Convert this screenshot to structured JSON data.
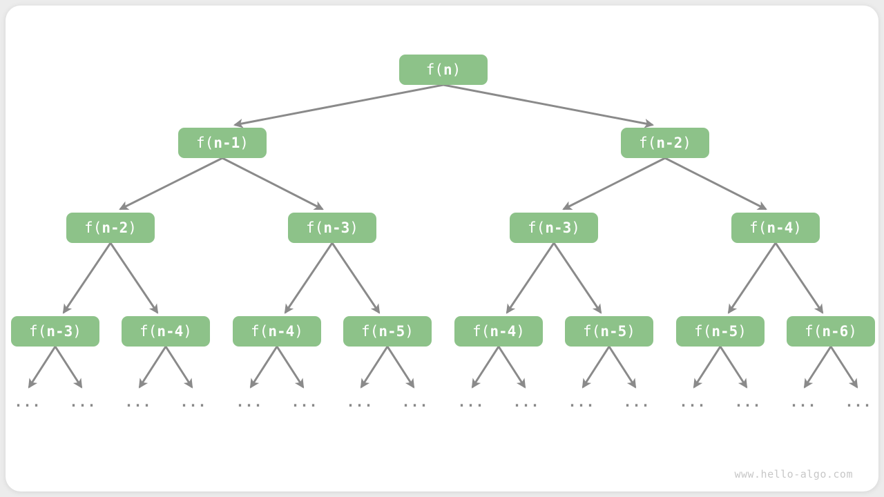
{
  "colors": {
    "node": "#8dc289",
    "node_text": "#ffffff",
    "arrow": "#8a8a8a"
  },
  "watermark": "www.hello-algo.com",
  "tree": {
    "ellipsis": "...",
    "levels": [
      {
        "nodes": [
          {
            "prefix": "f(",
            "arg": "n",
            "close": ")"
          }
        ]
      },
      {
        "nodes": [
          {
            "prefix": "f(",
            "arg": "n-1",
            "close": ")"
          },
          {
            "prefix": "f(",
            "arg": "n-2",
            "close": ")"
          }
        ]
      },
      {
        "nodes": [
          {
            "prefix": "f(",
            "arg": "n-2",
            "close": ")"
          },
          {
            "prefix": "f(",
            "arg": "n-3",
            "close": ")"
          },
          {
            "prefix": "f(",
            "arg": "n-3",
            "close": ")"
          },
          {
            "prefix": "f(",
            "arg": "n-4",
            "close": ")"
          }
        ]
      },
      {
        "nodes": [
          {
            "prefix": "f(",
            "arg": "n-3",
            "close": ")"
          },
          {
            "prefix": "f(",
            "arg": "n-4",
            "close": ")"
          },
          {
            "prefix": "f(",
            "arg": "n-4",
            "close": ")"
          },
          {
            "prefix": "f(",
            "arg": "n-5",
            "close": ")"
          },
          {
            "prefix": "f(",
            "arg": "n-4",
            "close": ")"
          },
          {
            "prefix": "f(",
            "arg": "n-5",
            "close": ")"
          },
          {
            "prefix": "f(",
            "arg": "n-5",
            "close": ")"
          },
          {
            "prefix": "f(",
            "arg": "n-6",
            "close": ")"
          }
        ]
      }
    ]
  }
}
